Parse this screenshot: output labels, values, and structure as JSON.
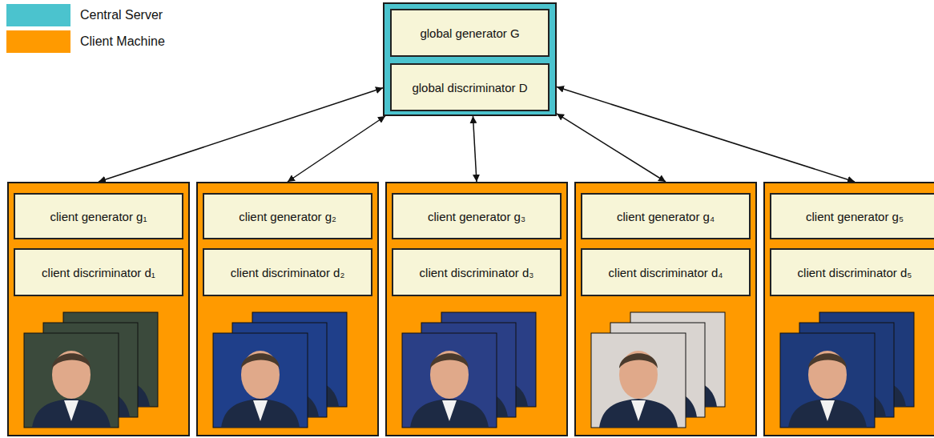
{
  "diagram": {
    "nodes": [
      {
        "text": []
      },
      {
        "text": [
          "global generator G"
        ],
        "in": 0
      },
      {
        "text": [
          "global discriminator D"
        ],
        "in": 0
      },
      {
        "text": []
      },
      {
        "text": [
          "client generator g₁"
        ],
        "in": 3
      },
      {
        "text": [
          "client discriminator d₁"
        ],
        "in": 3
      },
      {
        "text": []
      },
      {
        "text": [
          "client generator g₂"
        ],
        "in": 6
      },
      {
        "text": [
          "client discriminator d₂"
        ],
        "in": 6
      },
      {
        "text": []
      },
      {
        "text": [
          "client generator g₃"
        ],
        "in": 9
      },
      {
        "text": [
          "client discriminator d₃"
        ],
        "in": 9
      },
      {
        "text": []
      },
      {
        "text": [
          "client generator g₄"
        ],
        "in": 12
      },
      {
        "text": [
          "client discriminator d₄"
        ],
        "in": 12
      },
      {
        "text": []
      },
      {
        "text": [
          "client generator g₅"
        ],
        "in": 15
      },
      {
        "text": [
          "client discriminator d₅"
        ],
        "in": 15
      }
    ],
    "edges": [
      {
        "from": 0,
        "to": 3,
        "arrow": "both"
      },
      {
        "from": 0,
        "to": 6,
        "arrow": "both"
      },
      {
        "from": 0,
        "to": 9,
        "arrow": "both"
      },
      {
        "from": 0,
        "to": 12,
        "arrow": "both"
      },
      {
        "from": 0,
        "to": 15,
        "arrow": "both"
      }
    ],
    "legend": [
      {
        "text": "Central Server",
        "color": "#4bc3ce"
      },
      {
        "text": "Client Machine",
        "color": "#ff9a00"
      }
    ]
  }
}
